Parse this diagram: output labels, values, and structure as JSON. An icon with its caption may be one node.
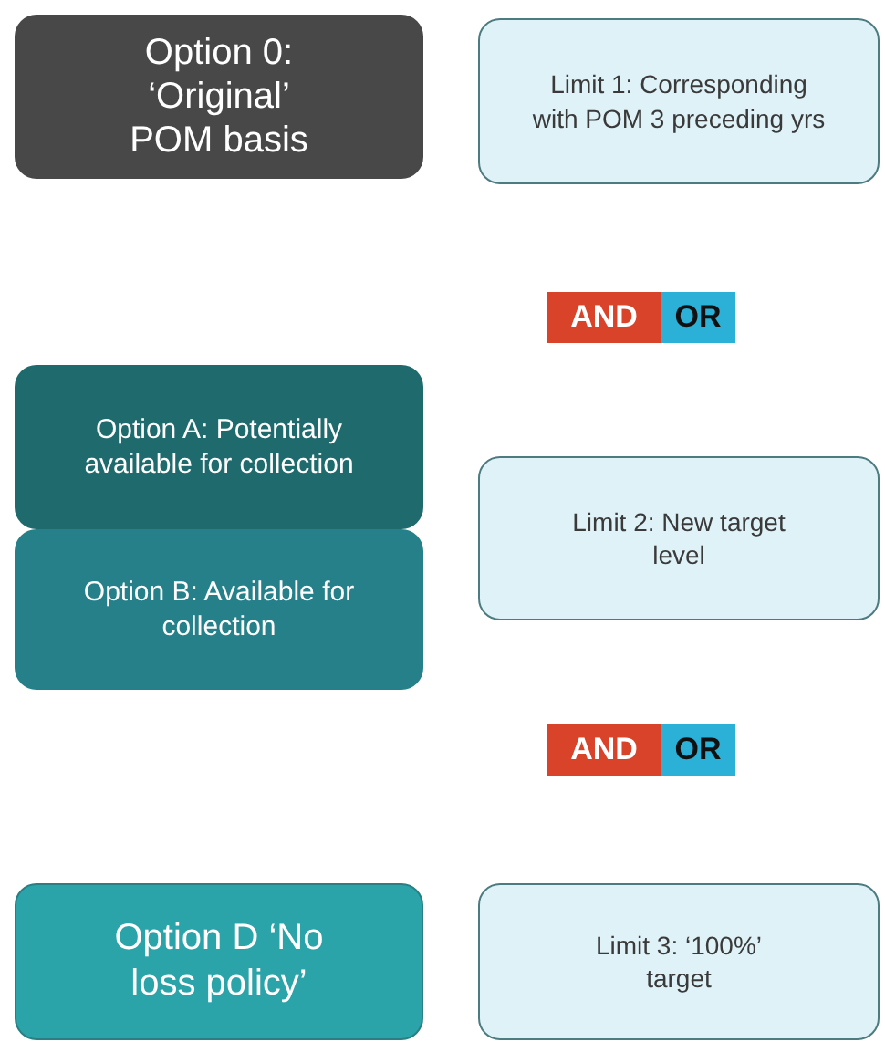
{
  "diagram": {
    "nodes": [
      {
        "text": [
          "Option 0: ‘Original’ POM basis"
        ]
      },
      {
        "text": [
          "Limit 1: Corresponding with POM 3 preceding yrs"
        ]
      },
      {
        "text": [
          "Option A: Potentially available for collection"
        ]
      },
      {
        "text": [
          "Option B: Available for collection"
        ]
      },
      {
        "text": [
          "Limit 2: New target level"
        ]
      },
      {
        "text": [
          "Option D ‘No loss policy’"
        ]
      },
      {
        "text": [
          "Limit 3: ‘100%’ target"
        ]
      }
    ],
    "labels": [
      "AND",
      "OR",
      "AND",
      "OR"
    ]
  }
}
